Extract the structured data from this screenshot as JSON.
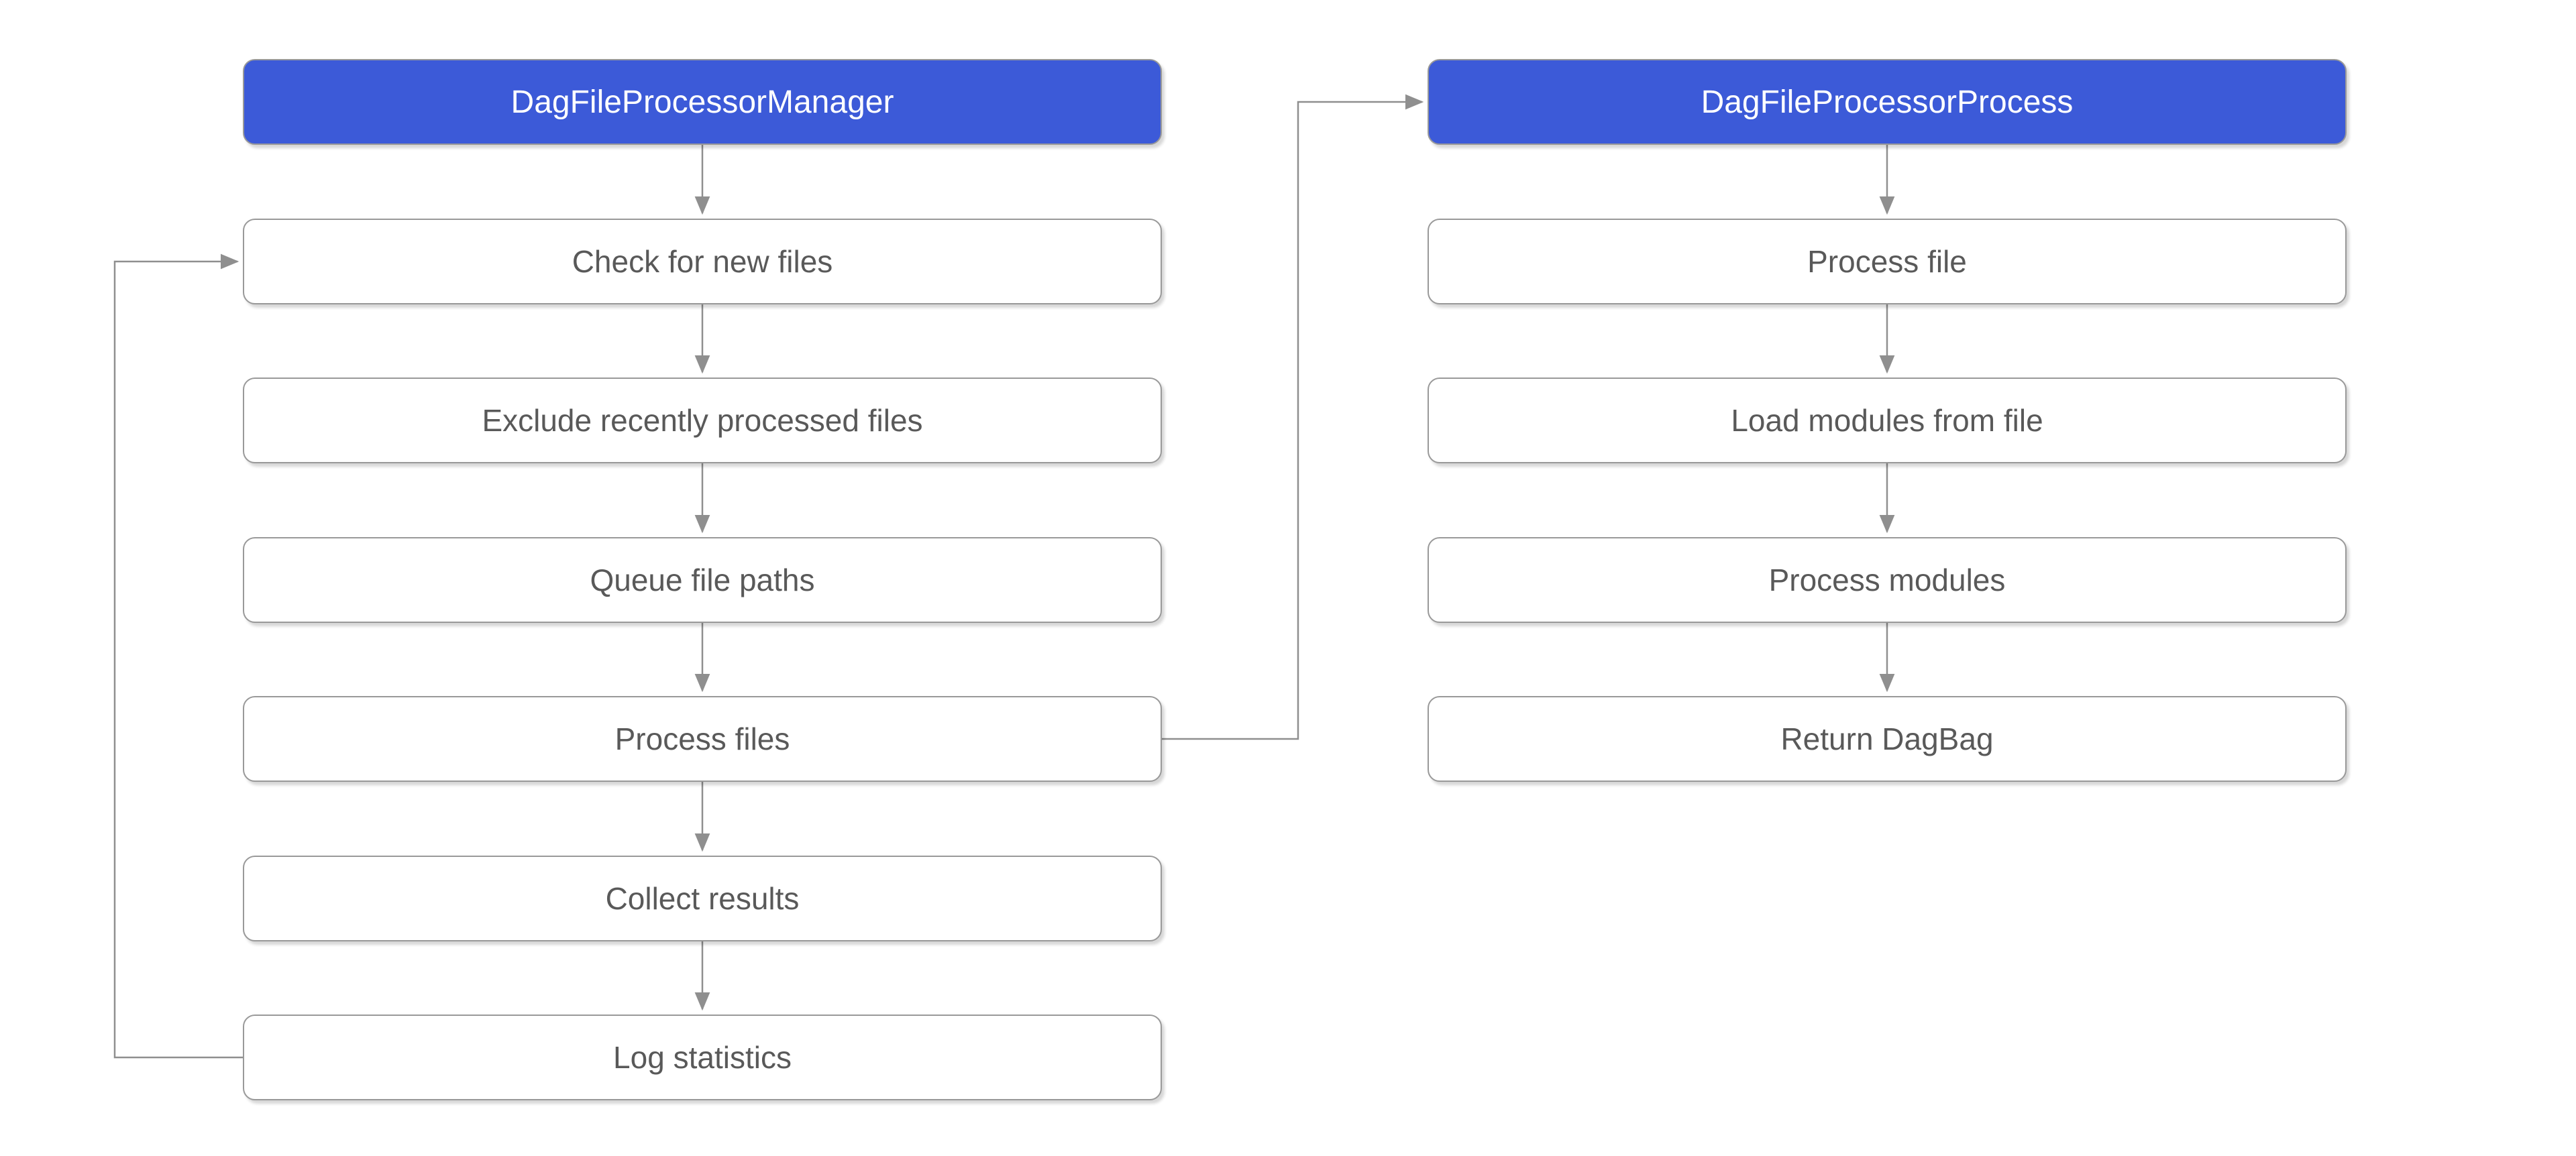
{
  "columns": {
    "manager": {
      "title": "DagFileProcessorManager",
      "steps": [
        "Check for new files",
        "Exclude recently processed files",
        "Queue file paths",
        "Process files",
        "Collect results",
        "Log statistics"
      ]
    },
    "process": {
      "title": "DagFileProcessorProcess",
      "steps": [
        "Process file",
        "Load modules from file",
        "Process modules",
        "Return DagBag"
      ]
    }
  },
  "edges": [
    {
      "from": "DagFileProcessorManager",
      "to": "Check for new files"
    },
    {
      "from": "Check for new files",
      "to": "Exclude recently processed files"
    },
    {
      "from": "Exclude recently processed files",
      "to": "Queue file paths"
    },
    {
      "from": "Queue file paths",
      "to": "Process files"
    },
    {
      "from": "Process files",
      "to": "Collect results"
    },
    {
      "from": "Collect results",
      "to": "Log statistics"
    },
    {
      "from": "Log statistics",
      "to": "Check for new files"
    },
    {
      "from": "Process files",
      "to": "DagFileProcessorProcess"
    },
    {
      "from": "DagFileProcessorProcess",
      "to": "Process file"
    },
    {
      "from": "Process file",
      "to": "Load modules from file"
    },
    {
      "from": "Load modules from file",
      "to": "Process modules"
    },
    {
      "from": "Process modules",
      "to": "Return DagBag"
    }
  ],
  "colors": {
    "header_fill": "#3C5AD8",
    "header_text": "#FFFFFF",
    "box_fill": "#FFFFFF",
    "box_border": "#999999",
    "box_text": "#595959",
    "connector": "#8F8F8F",
    "background": "#FFFFFF"
  }
}
